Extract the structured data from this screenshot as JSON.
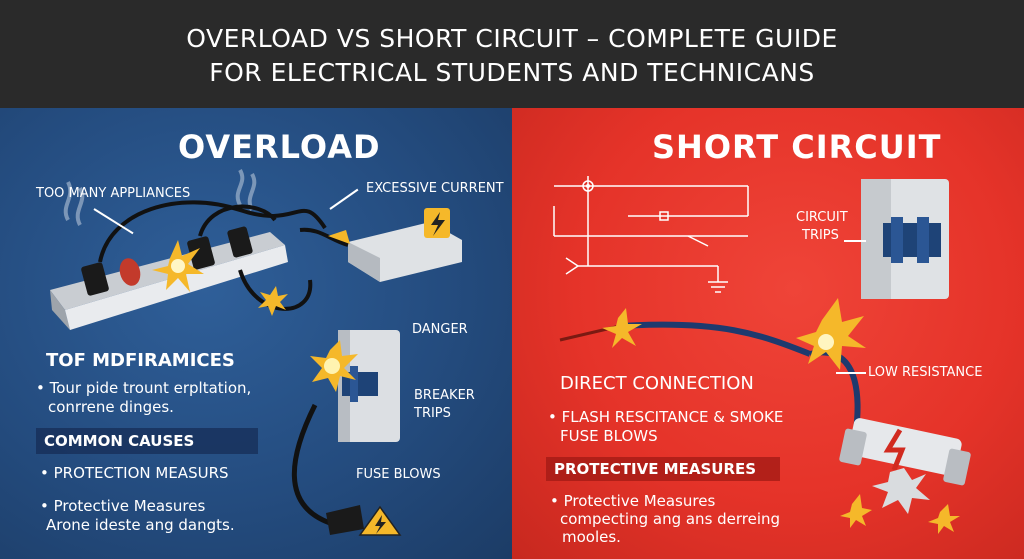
{
  "header": {
    "line1": "OVERLOAD VS SHORT CIRCUIT – COMPLETE GUIDE",
    "line2": "FOR ELECTRICAL STUDENTS AND TECHNICANS"
  },
  "left": {
    "title": "OVERLOAD",
    "callouts": {
      "too_many": "TOO MANY APPLIANCES",
      "excessive": "EXCESSIVE CURRENT",
      "danger": "DANGER",
      "breaker1": "BREAKER",
      "breaker2": "TRIPS",
      "fuse": "FUSE BLOWS"
    },
    "section_title": "TOF MDFIRAMICES",
    "bullet1a": "• Tour pide trount erpltation,",
    "bullet1b": "conrrene dinges.",
    "common_causes": "COMMON CAUSES",
    "protection": "• PROTECTION MEASURS",
    "protective_a": "• Protective Measures",
    "protective_b": "Arone ideste ang dangts."
  },
  "right": {
    "title": "SHORT CIRCUIT",
    "callouts": {
      "circuit": "CIRCUIT",
      "trips": "TRIPS",
      "low_res": "LOW RESISTANCE"
    },
    "direct": "DIRECT CONNECTION",
    "flash_a": "• FLASH RESCITANCE & SMOKE",
    "flash_b": "FUSE BLOWS",
    "protective_title": "PROTECTIVE MEASURES",
    "protective_a": "• Protective Measures",
    "protective_b": "compecting ang ans derreing",
    "protective_c": "mooles."
  },
  "colors": {
    "header_bg": "#2a2a2a",
    "left_bg": "#244c7f",
    "right_bg": "#e53329",
    "warning_yellow": "#f5b82a"
  },
  "icons": [
    "power-strip-icon",
    "plug-icon",
    "spark-icon",
    "smoke-icon",
    "warning-triangle-icon",
    "breaker-icon",
    "fuse-icon",
    "circuit-diagram-icon"
  ]
}
